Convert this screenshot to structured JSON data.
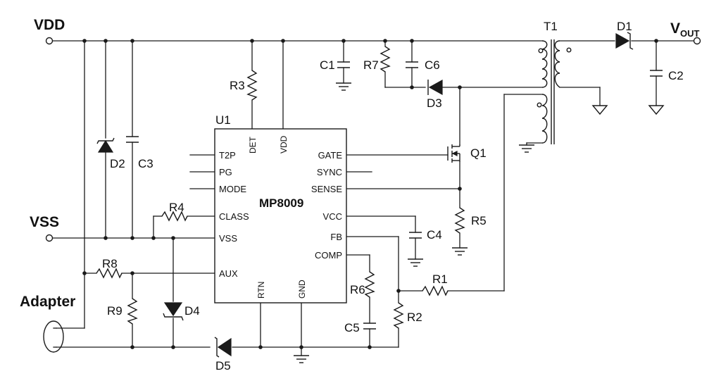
{
  "nets": {
    "vdd": "VDD",
    "vss": "VSS",
    "adapter": "Adapter",
    "vout_main": "V",
    "vout_sub": "OUT"
  },
  "chip": {
    "ref": "U1",
    "name": "MP8009",
    "pins_left": [
      "T2P",
      "PG",
      "MODE",
      "CLASS",
      "VSS",
      "AUX"
    ],
    "pins_right": [
      "GATE",
      "SYNC",
      "SENSE",
      "VCC",
      "FB",
      "COMP"
    ],
    "pins_top": [
      "DET",
      "VDD"
    ],
    "pins_bottom": [
      "RTN",
      "GND"
    ]
  },
  "parts": {
    "r1": "R1",
    "r2": "R2",
    "r3": "R3",
    "r4": "R4",
    "r5": "R5",
    "r6": "R6",
    "r7": "R7",
    "r8": "R8",
    "r9": "R9",
    "c1": "C1",
    "c2": "C2",
    "c3": "C3",
    "c4": "C4",
    "c5": "C5",
    "c6": "C6",
    "d1": "D1",
    "d2": "D2",
    "d3": "D3",
    "d4": "D4",
    "d5": "D5",
    "q1": "Q1",
    "t1": "T1"
  }
}
